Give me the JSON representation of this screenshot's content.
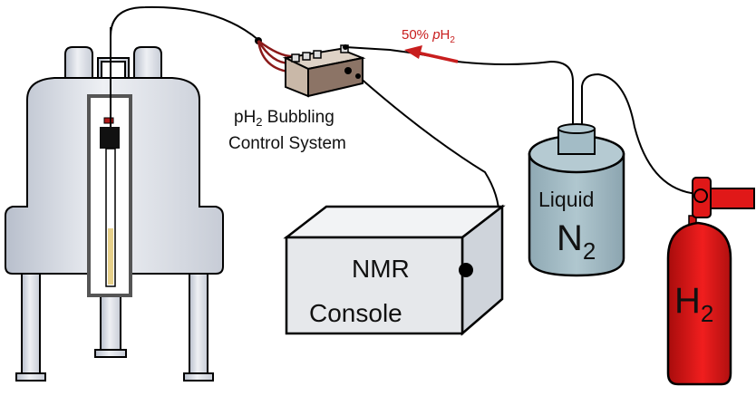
{
  "labels": {
    "flow_label_prefix": "50% ",
    "flow_label_p": "p",
    "flow_label_h": "H",
    "flow_label_sub": "2",
    "control_line1_p": "pH",
    "control_line1_sub": "2",
    "control_line1_rest": " Bubbling",
    "control_line2": "Control System",
    "console_line1": "NMR",
    "console_line2": "Console",
    "dewar_line1": "Liquid",
    "dewar_n": "N",
    "dewar_sub": "2",
    "cylinder_h": "H",
    "cylinder_sub": "2"
  },
  "colors": {
    "outline": "#000000",
    "magnet_body": "#dfe3ea",
    "magnet_shade": "#b9bfcb",
    "control_box": "#c9b8a8",
    "tubing_red": "#8b1a1a",
    "dewar_body": "#a3bcc6",
    "console_body": "#e6e8eb",
    "cylinder_red": "#e01818",
    "flow_arrow": "#c81e1e"
  }
}
